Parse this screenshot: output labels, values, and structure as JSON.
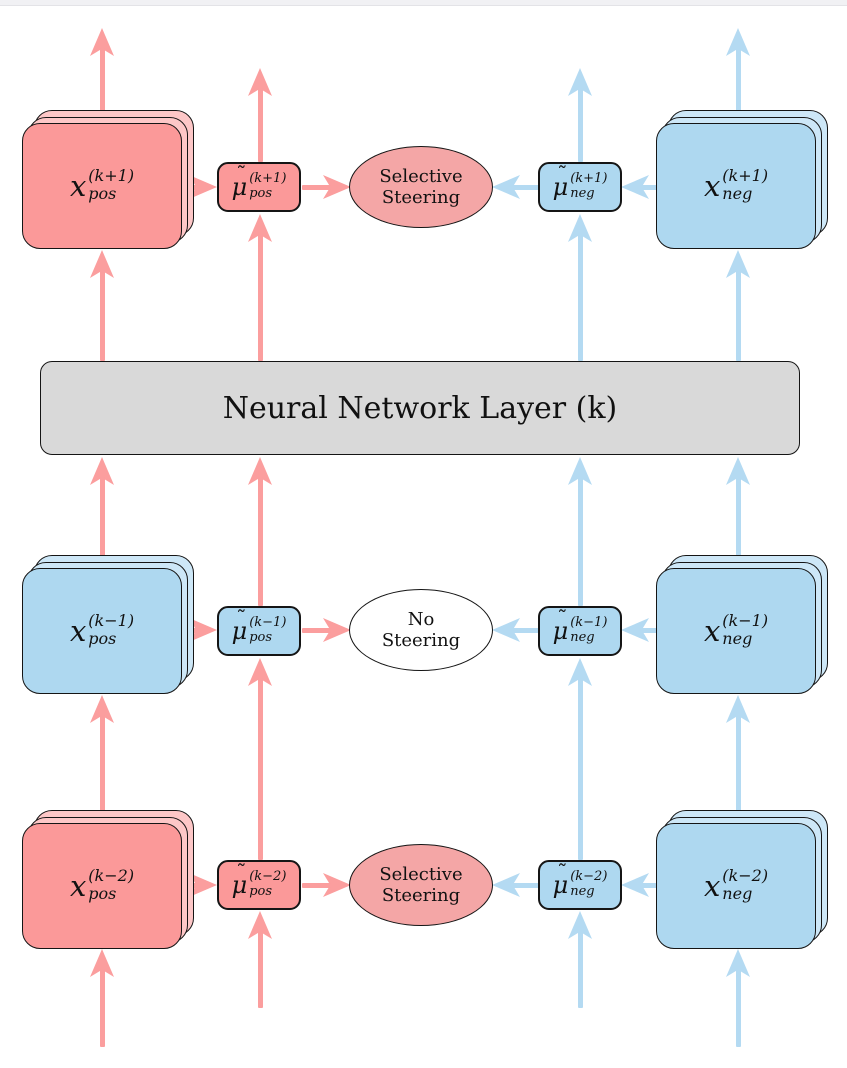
{
  "colors": {
    "pink_box": "#fb9999",
    "pink_box_back": "#fdc7c7",
    "blue_box": "#aed8f0",
    "blue_box_back": "#cde7f7",
    "pink_arrow": "#fb9e9e",
    "blue_arrow": "#b4daf2",
    "ellipse_pink": "#f4a6a6",
    "layer_gray": "#d9d9d9",
    "border_black": "#151515"
  },
  "layer": {
    "label": "Neural Network Layer (k)"
  },
  "rows": [
    {
      "name": "k+1",
      "left_stack": {
        "base": "x",
        "sup": "(k+1)",
        "sub": "pos",
        "fill": "pink"
      },
      "left_mu": {
        "base": "μ̃",
        "sup": "(k+1)",
        "sub": "pos",
        "fill": "pink"
      },
      "ellipse": {
        "lines": [
          "Selective",
          "Steering"
        ],
        "fill": "pink"
      },
      "right_mu": {
        "base": "μ̃",
        "sup": "(k+1)",
        "sub": "neg",
        "fill": "blue"
      },
      "right_stack": {
        "base": "x",
        "sup": "(k+1)",
        "sub": "neg",
        "fill": "blue"
      }
    },
    {
      "name": "k-1",
      "left_stack": {
        "base": "x",
        "sup": "(k−1)",
        "sub": "pos",
        "fill": "blue"
      },
      "left_mu": {
        "base": "μ̃",
        "sup": "(k−1)",
        "sub": "pos",
        "fill": "blue"
      },
      "ellipse": {
        "lines": [
          "No",
          "Steering"
        ],
        "fill": "white"
      },
      "right_mu": {
        "base": "μ̃",
        "sup": "(k−1)",
        "sub": "neg",
        "fill": "blue"
      },
      "right_stack": {
        "base": "x",
        "sup": "(k−1)",
        "sub": "neg",
        "fill": "blue"
      }
    },
    {
      "name": "k-2",
      "left_stack": {
        "base": "x",
        "sup": "(k−2)",
        "sub": "pos",
        "fill": "pink"
      },
      "left_mu": {
        "base": "μ̃",
        "sup": "(k−2)",
        "sub": "pos",
        "fill": "pink"
      },
      "ellipse": {
        "lines": [
          "Selective",
          "Steering"
        ],
        "fill": "pink"
      },
      "right_mu": {
        "base": "μ̃",
        "sup": "(k−2)",
        "sub": "neg",
        "fill": "blue"
      },
      "right_stack": {
        "base": "x",
        "sup": "(k−2)",
        "sub": "neg",
        "fill": "blue"
      }
    }
  ]
}
